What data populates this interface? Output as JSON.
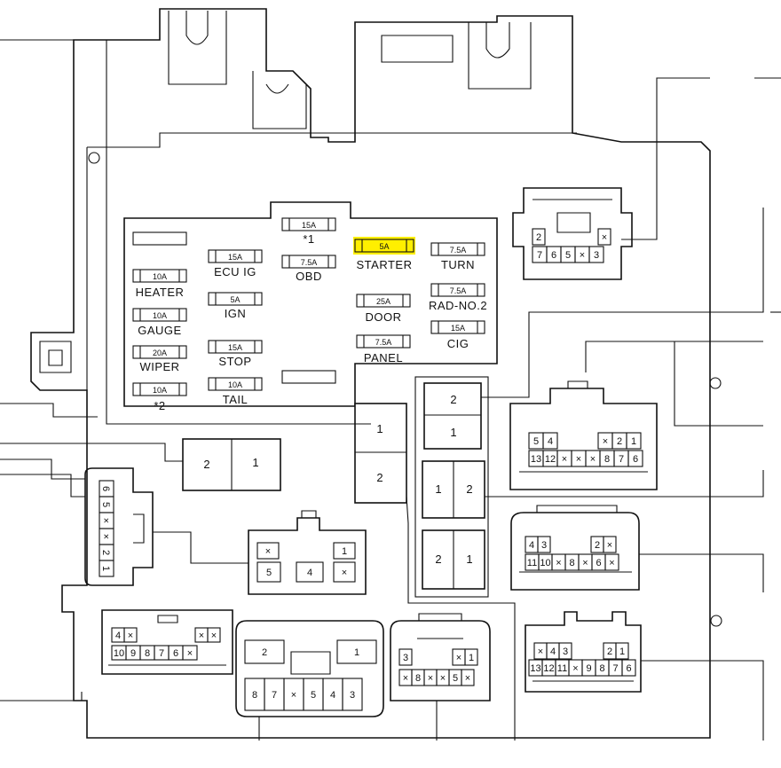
{
  "colors": {
    "line": "#111111",
    "highlight": "#ffef00",
    "background": "#ffffff"
  },
  "fuses": [
    {
      "id": "heater",
      "amp": "10A",
      "label": "HEATER"
    },
    {
      "id": "gauge",
      "amp": "10A",
      "label": "GAUGE"
    },
    {
      "id": "wiper",
      "amp": "20A",
      "label": "WIPER"
    },
    {
      "id": "star2",
      "amp": "10A",
      "label": "*2"
    },
    {
      "id": "ecuig",
      "amp": "15A",
      "label": "ECU IG"
    },
    {
      "id": "ign",
      "amp": "5A",
      "label": "IGN"
    },
    {
      "id": "stop",
      "amp": "15A",
      "label": "STOP"
    },
    {
      "id": "tail",
      "amp": "10A",
      "label": "TAIL"
    },
    {
      "id": "star1",
      "amp": "15A",
      "label": "*1"
    },
    {
      "id": "obd",
      "amp": "7.5A",
      "label": "OBD"
    },
    {
      "id": "starter",
      "amp": "5A",
      "label": "STARTER",
      "highlight": true
    },
    {
      "id": "door",
      "amp": "25A",
      "label": "DOOR"
    },
    {
      "id": "panel",
      "amp": "7.5A",
      "label": "PANEL"
    },
    {
      "id": "turn",
      "amp": "7.5A",
      "label": "TURN"
    },
    {
      "id": "radno2",
      "amp": "7.5A",
      "label": "RAD-NO.2"
    },
    {
      "id": "cig",
      "amp": "15A",
      "label": "CIG"
    }
  ],
  "relays": [
    {
      "id": "r1",
      "labels": [
        "2",
        "1"
      ]
    },
    {
      "id": "r2",
      "labels": [
        "1",
        "2"
      ]
    },
    {
      "id": "r3",
      "labels": [
        "2",
        "1"
      ]
    },
    {
      "id": "r4",
      "labels": [
        "1",
        "2"
      ]
    },
    {
      "id": "r5",
      "labels": [
        "2",
        "1"
      ]
    }
  ],
  "connectors": {
    "top_right": {
      "row1": [
        "2",
        "×"
      ],
      "row2": [
        "7",
        "6",
        "5",
        "×",
        "3"
      ]
    },
    "mid_right": {
      "row1": [
        "5",
        "4",
        "×",
        "2",
        "1"
      ],
      "row2": [
        "13",
        "12",
        "×",
        "×",
        "×",
        "8",
        "7",
        "6"
      ]
    },
    "right_3": {
      "row1": [
        "4",
        "3",
        "2",
        "×"
      ],
      "row2": [
        "11",
        "10",
        "×",
        "8",
        "×",
        "6",
        "×"
      ]
    },
    "bottom_right": {
      "row1": [
        "×",
        "4",
        "3",
        "2",
        "1"
      ],
      "row2": [
        "13",
        "12",
        "11",
        "×",
        "9",
        "8",
        "7",
        "6"
      ]
    },
    "left_vertical": [
      "6",
      "5",
      "×",
      "×",
      "2",
      "1"
    ],
    "center": {
      "row1": [
        "×",
        "1"
      ],
      "row2": [
        "5",
        "4",
        "×"
      ]
    },
    "bottom_left": {
      "row1": [
        "4",
        "×",
        "×",
        "×"
      ],
      "row2": [
        "10",
        "9",
        "8",
        "7",
        "6",
        "×"
      ]
    },
    "bottom_center": {
      "row1": [
        "2",
        "1"
      ],
      "row2": [
        "8",
        "7",
        "×",
        "5",
        "4",
        "3"
      ]
    },
    "bottom_small": {
      "row1": [
        "3",
        "×",
        "1"
      ],
      "row2": [
        "×",
        "8",
        "×",
        "×",
        "5",
        "×"
      ]
    }
  }
}
